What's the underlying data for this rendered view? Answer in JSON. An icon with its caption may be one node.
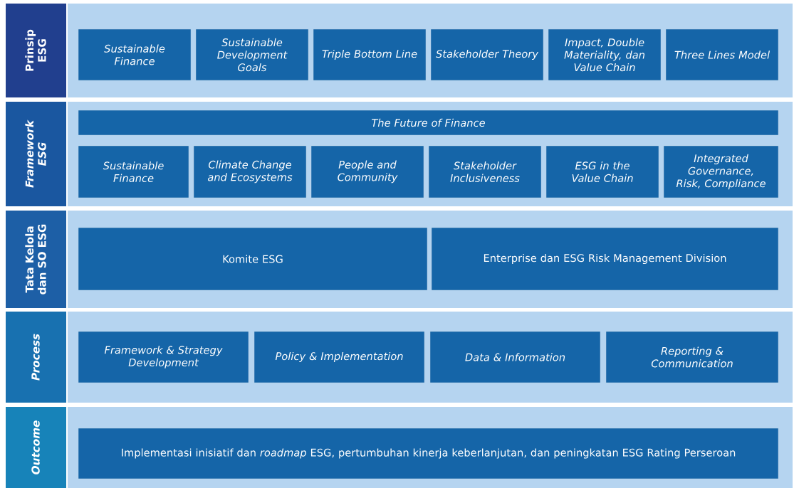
{
  "diagram": {
    "nodes": [
      {
        "text": [
          "Prinsip ESG"
        ]
      },
      {
        "text": [
          "Sustainable Finance"
        ],
        "in": 0
      },
      {
        "text": [
          "Sustainable Development Goals"
        ],
        "in": 0
      },
      {
        "text": [
          "Triple Bottom Line"
        ],
        "in": 0
      },
      {
        "text": [
          "Stakeholder Theory"
        ],
        "in": 0
      },
      {
        "text": [
          "Impact, Double Materiality, dan Value Chain"
        ],
        "in": 0
      },
      {
        "text": [
          "Three Lines Model"
        ],
        "in": 0
      },
      {
        "text": [
          "*Framework* ESG"
        ]
      },
      {
        "text": [
          "The Future of Finance"
        ],
        "in": 7
      },
      {
        "text": [
          "Sustainable Finance"
        ],
        "in": 7
      },
      {
        "text": [
          "Climate Change and Ecosystems"
        ],
        "in": 7
      },
      {
        "text": [
          "People and Community"
        ],
        "in": 7
      },
      {
        "text": [
          "Stakeholder Inclusiveness"
        ],
        "in": 7
      },
      {
        "text": [
          "ESG in the Value Chain"
        ],
        "in": 7
      },
      {
        "text": [
          "Integrated Governance, Risk, Compliance"
        ],
        "in": 7
      },
      {
        "text": [
          "Tata Kelola dan SO ESG"
        ]
      },
      {
        "text": [
          "Komite ESG"
        ],
        "in": 15
      },
      {
        "text": [
          "Enterprise dan ESG Risk Management Division"
        ],
        "in": 15
      },
      {
        "text": [
          "Process"
        ]
      },
      {
        "text": [
          "Framework & Strategy Development"
        ],
        "in": 18
      },
      {
        "text": [
          "Policy & Implementation"
        ],
        "in": 18
      },
      {
        "text": [
          "Data & Information"
        ],
        "in": 18
      },
      {
        "text": [
          "Reporting & Communication"
        ],
        "in": 18
      },
      {
        "text": [
          "Outcome"
        ]
      },
      {
        "text": [
          "Implementasi inisiatif dan *roadmap* ESG, pertumbuhan kinerja keberlanjutan, dan peningkatan ESG Rating Perseroan"
        ],
        "in": 23
      }
    ],
    "edges": []
  }
}
